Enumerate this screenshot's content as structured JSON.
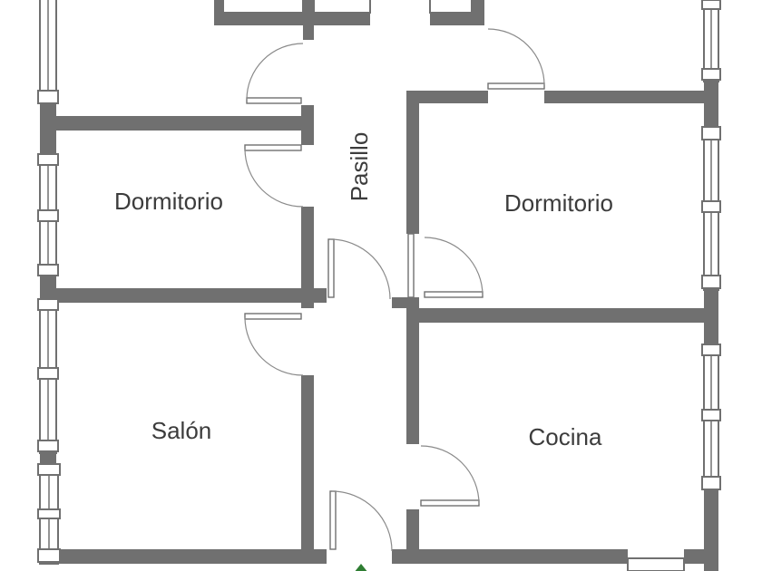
{
  "plan": {
    "rooms": [
      {
        "id": "dormitorio-left",
        "label": "Dormitorio"
      },
      {
        "id": "pasillo",
        "label": "Pasillo"
      },
      {
        "id": "dormitorio-right",
        "label": "Dormitorio"
      },
      {
        "id": "salon",
        "label": "Salón"
      },
      {
        "id": "cocina",
        "label": "Cocina"
      }
    ],
    "colors": {
      "wall": "#707070",
      "label": "#3c3c3c",
      "entrance_arrow": "#2e7d32"
    }
  }
}
